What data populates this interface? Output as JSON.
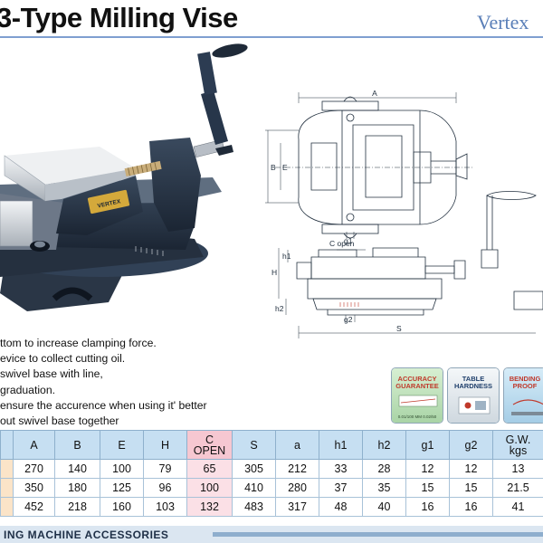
{
  "header": {
    "title": "3-Type Milling Vise",
    "brand": "Vertex"
  },
  "photo": {
    "vise_plate_text": "VERTEX"
  },
  "drawing": {
    "labels": {
      "A": "A",
      "B": "B",
      "E": "E",
      "g1": "g1",
      "c_open": "C open",
      "h1": "h1",
      "H": "H",
      "h2": "h2",
      "g2": "g2",
      "S": "S"
    }
  },
  "features": [
    "ttom to increase clamping force.",
    "evice to collect cutting oil.",
    "swivel base with line,",
    "graduation.",
    " ensure the accurence when using it' better",
    "out swivel base together"
  ],
  "badges": [
    {
      "label_line1": "ACCURACY",
      "label_line2": "GUARANTEE",
      "note": "0.01/100 MM 0.02/50",
      "color": "#c8e6c3",
      "text_color": "#c0392b"
    },
    {
      "label_line1": "TABLE",
      "label_line2": "HARDNESS",
      "note": "",
      "color": "#e8eef3",
      "text_color": "#1f3f6b"
    },
    {
      "label_line1": "BENDING",
      "label_line2": "PROOF",
      "note": "",
      "color": "#bfe0f3",
      "text_color": "#c0392b"
    }
  ],
  "specs": {
    "columns": [
      "",
      "A",
      "B",
      "E",
      "H",
      "C\nOPEN",
      "S",
      "a",
      "h1",
      "h2",
      "g1",
      "g2",
      "G.W.\nkgs"
    ],
    "column_display": [
      {
        "l1": "",
        "l2": ""
      },
      {
        "l1": "A",
        "l2": ""
      },
      {
        "l1": "B",
        "l2": ""
      },
      {
        "l1": "E",
        "l2": ""
      },
      {
        "l1": "H",
        "l2": ""
      },
      {
        "l1": "C",
        "l2": "OPEN"
      },
      {
        "l1": "S",
        "l2": ""
      },
      {
        "l1": "a",
        "l2": ""
      },
      {
        "l1": "h1",
        "l2": ""
      },
      {
        "l1": "h2",
        "l2": ""
      },
      {
        "l1": "g1",
        "l2": ""
      },
      {
        "l1": "g2",
        "l2": ""
      },
      {
        "l1": "G.W.",
        "l2": "kgs"
      }
    ],
    "rows": [
      [
        "",
        "270",
        "140",
        "100",
        "79",
        "65",
        "305",
        "212",
        "33",
        "28",
        "12",
        "12",
        "13"
      ],
      [
        "",
        "350",
        "180",
        "125",
        "96",
        "100",
        "410",
        "280",
        "37",
        "35",
        "15",
        "15",
        "21.5"
      ],
      [
        "",
        "452",
        "218",
        "160",
        "103",
        "132",
        "483",
        "317",
        "48",
        "40",
        "16",
        "16",
        "41"
      ]
    ]
  },
  "footer": {
    "label": "ING MACHINE ACCESSORIES"
  }
}
